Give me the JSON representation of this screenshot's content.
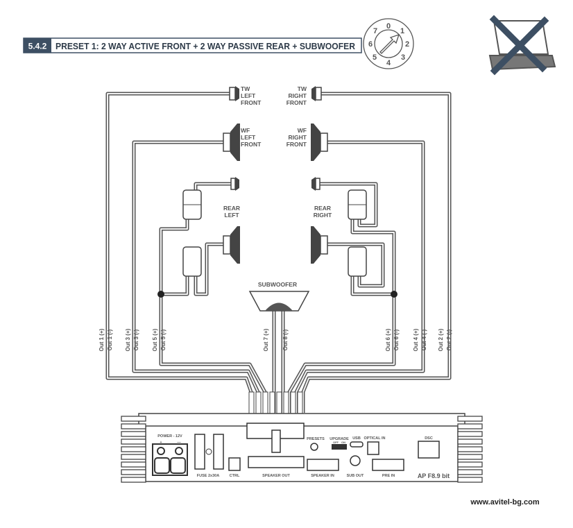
{
  "header": {
    "section_number": "5.4.2",
    "title": "PRESET 1: 2 WAY ACTIVE FRONT + 2 WAY PASSIVE REAR + SUBWOOFER",
    "dial_numbers": [
      "0",
      "1",
      "2",
      "3",
      "4",
      "5",
      "6",
      "7"
    ],
    "laptop_icon": "laptop-crossed-icon"
  },
  "speakers": {
    "tw_left": [
      "TW",
      "LEFT",
      "FRONT"
    ],
    "tw_right": [
      "TW",
      "RIGHT",
      "FRONT"
    ],
    "wf_left": [
      "WF",
      "LEFT",
      "FRONT"
    ],
    "wf_right": [
      "WF",
      "RIGHT",
      "FRONT"
    ],
    "rear_left": [
      "REAR",
      "LEFT"
    ],
    "rear_right": [
      "REAR",
      "RIGHT"
    ],
    "subwoofer": "SUBWOOFER"
  },
  "outputs": [
    "Out 1 (+)",
    "Out 1 (-)",
    "Out 3 (+)",
    "Out 3 (-)",
    "Out 5 (+)",
    "Out 5 (-)",
    "Out 7 (+)",
    "Out 8 (-)",
    "Out 6 (+)",
    "Out 6 (-)",
    "Out 4 (+)",
    "Out 4 (-)",
    "Out 2 (+)",
    "Out 2 (-)"
  ],
  "amplifier": {
    "power": "POWER - 12V",
    "plus": "+",
    "minus": "—",
    "fuse": "FUSE 2x30A",
    "ctrl": "CTRL",
    "speaker_out": "SPEAKER OUT",
    "presets": "PRESETS",
    "upgrade": "UPGRADE",
    "off": "OFF",
    "on": "ON",
    "usb": "USB",
    "optical_in": "OPTICAL IN",
    "dsc": "DSC",
    "speaker_in": "SPEAKER IN",
    "sub_out": "SUB OUT",
    "pre_in": "PRE IN",
    "model": "AP F8.9 bit"
  },
  "footer": {
    "website": "www.avitel-bg.com"
  }
}
